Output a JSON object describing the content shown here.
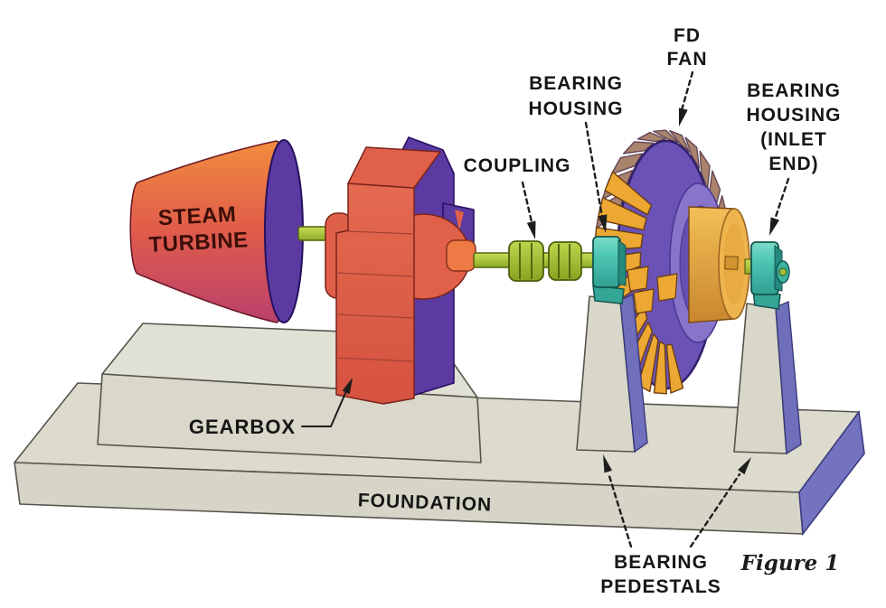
{
  "figure_caption": "Figure 1",
  "labels": {
    "steam_turbine_line1": "STEAM",
    "steam_turbine_line2": "TURBINE",
    "gearbox": "GEARBOX",
    "coupling": "COUPLING",
    "bearing_housing_line1": "BEARING",
    "bearing_housing_line2": "HOUSING",
    "fd_fan_line1": "FD",
    "fd_fan_line2": "FAN",
    "bearing_housing_inlet_line1": "BEARING",
    "bearing_housing_inlet_line2": "HOUSING",
    "bearing_housing_inlet_line3": "(INLET",
    "bearing_housing_inlet_line4": "END)",
    "foundation": "FOUNDATION",
    "bearing_pedestals_line1": "BEARING",
    "bearing_pedestals_line2": "PEDESTALS"
  },
  "colors": {
    "turbine_top": "#f08a3a",
    "turbine_mid": "#e05c4b",
    "turbine_bottom": "#b83f6e",
    "turbine_back_face": "#5b3aa2",
    "gearbox_red": "#e0604a",
    "gearbox_side_purple": "#5b3aa2",
    "shaft_green": "#a9c83b",
    "coupling_green": "#a3c234",
    "bearing_housing_teal": "#4fc7b5",
    "bearing_housing_teal_dark": "#2e9a8e",
    "fan_disc_purple": "#6a52b6",
    "fan_ring_light": "#8875ca",
    "fan_ring_dark": "#6550b2",
    "fan_blade_gold": "#eca832",
    "fan_blade_far": "#a9836b",
    "fan_hub_gold": "#e8ab41",
    "foundation_gray_top": "#dcdbce",
    "foundation_gray_front": "#d6d5c7",
    "plinth_gray_top": "#e1e0d4",
    "plinth_gray_front": "#d9d8ca",
    "pedestal_gray": "#d8d7c9",
    "foundation_side_purple": "#7473c0",
    "label_text": "#161616"
  }
}
